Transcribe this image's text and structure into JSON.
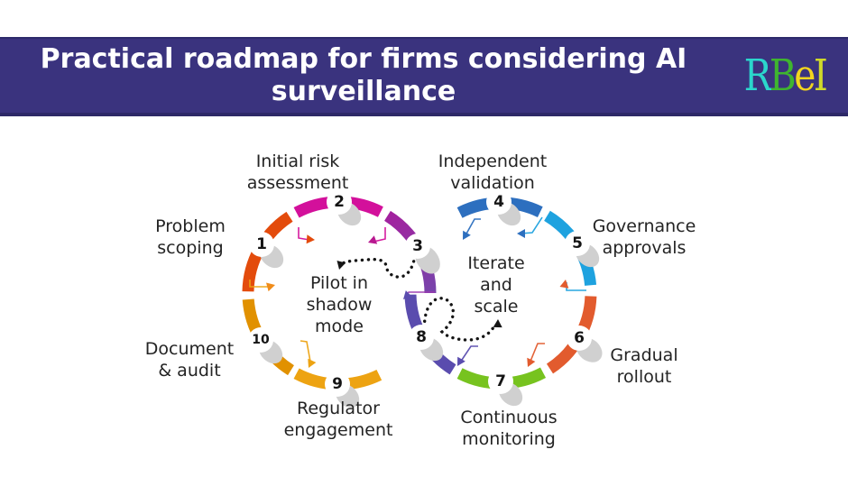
{
  "banner": {
    "title": "Practical roadmap for firms considering AI\nsurveillance",
    "background_color": "#3a337e",
    "title_color": "#ffffff",
    "logo": {
      "l1": "R",
      "l2": "B",
      "l3": "e",
      "l4": "I",
      "colors": [
        "#2bd6cc",
        "#3fb52f",
        "#f2d51e",
        "#cfd92a"
      ]
    }
  },
  "diagram": {
    "steps": [
      {
        "num": "1",
        "label": "Problem\nscoping",
        "color": "#e34b0c"
      },
      {
        "num": "2",
        "label": "Initial risk\nassessment",
        "color": "#d3109b"
      },
      {
        "num": "3",
        "label": "Pilot in\nshadow\nmode",
        "color": "#932ba0"
      },
      {
        "num": "4",
        "label": "Independent\nvalidation",
        "color": "#2d6fbf"
      },
      {
        "num": "5",
        "label": "Governance\napprovals",
        "color": "#1ea2df"
      },
      {
        "num": "6",
        "label": "Gradual\nrollout",
        "color": "#e25b2e"
      },
      {
        "num": "7",
        "label": "Continuous\nmonitoring",
        "color": "#77c31f"
      },
      {
        "num": "8",
        "label": "Iterate\nand\nscale",
        "color": "#5a4cae"
      },
      {
        "num": "9",
        "label": "Regulator\nengagement",
        "color": "#eda312"
      },
      {
        "num": "10",
        "label": "Document\n& audit",
        "color": "#e19100"
      }
    ],
    "shadow_color": "#d0d0d0",
    "dotted_arrow_color": "#151515"
  }
}
